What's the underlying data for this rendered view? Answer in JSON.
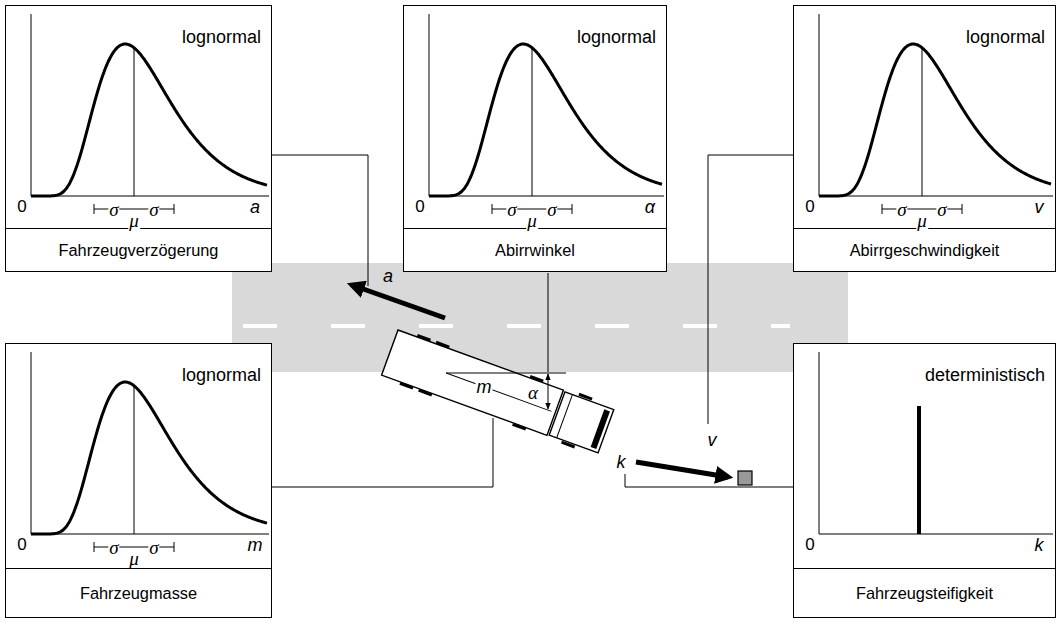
{
  "diagram": {
    "nodes": [
      {
        "text": [
          "lognormal",
          "Fahrzeugverzögerung"
        ]
      },
      {
        "text": [
          "lognormal",
          "Abirrwinkel"
        ]
      },
      {
        "text": [
          "lognormal",
          "Abirrgeschwindigkeit"
        ]
      },
      {
        "text": [
          "lognormal",
          "Fahrzeugmasse"
        ]
      },
      {
        "text": [
          "deterministisch",
          "Fahrzeugsteifigkeit"
        ]
      }
    ],
    "labels": [
      "0",
      "σ",
      "μ",
      "σ",
      "a",
      "0",
      "σ",
      "μ",
      "σ",
      "α",
      "0",
      "σ",
      "μ",
      "σ",
      "v",
      "0",
      "σ",
      "μ",
      "σ",
      "m",
      "0",
      "k",
      "a",
      "α",
      "m",
      "v",
      "k"
    ]
  }
}
